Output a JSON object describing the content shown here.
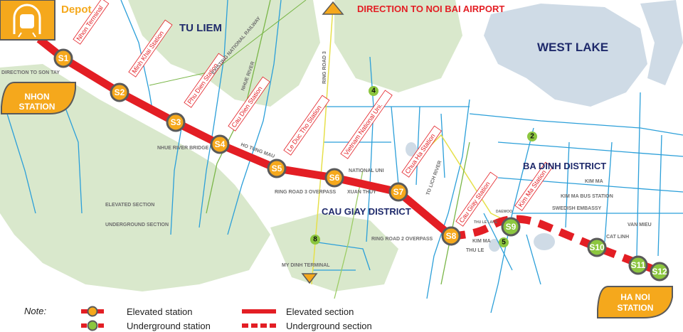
{
  "colors": {
    "elevated": "#f5a81c",
    "underground": "#8cc63f",
    "line": "#e31e24",
    "border": "#5a5a5a",
    "park": "#d9e8cc",
    "lake": "#cfdbe6",
    "road": "#2b9fd9",
    "district": "#1f2a6b"
  },
  "header": {
    "depot": "Depot",
    "direction": "DIRECTION TO NOI BAI AIRPORT",
    "depot_icon": "metro-train-icon"
  },
  "terminals": {
    "nhon": [
      "NHON",
      "STATION"
    ],
    "hanoi": [
      "HA NOI",
      "STATION"
    ]
  },
  "districts": [
    "TU LIEM",
    "WEST LAKE",
    "BA DINH DISTRICT",
    "CAU GIAY DISTRICT"
  ],
  "places": [
    "DIRECTION TO SON TAY",
    "EXISTING NATIONAL RAILWAY",
    "NHUE RIVER",
    "RING ROAD 3",
    "NHUE RIVER BRIDGE",
    "HO TUNG MAU",
    "NATIONAL UNI",
    "RING ROAD 3 OVERPASS",
    "XUAN THUY",
    "ELEVATED SECTION",
    "UNDERGROUND SECTION",
    "MY DINH TERMINAL",
    "RING ROAD 2 OVERPASS",
    "TO LICH RIVER",
    "THU LE LAKE",
    "DAEWOO",
    "KIM MA",
    "THU LE",
    "KIM MA",
    "KIM MA BUS STATION",
    "SWEDISH EMBASSY",
    "VAN MIEU",
    "CAT LINH"
  ],
  "stations": [
    {
      "id": "S1",
      "name": "Nhon Terminal",
      "type": "elevated"
    },
    {
      "id": "S2",
      "name": "Minh Khai Station",
      "type": "elevated"
    },
    {
      "id": "S3",
      "name": "Phu Dien Station",
      "type": "elevated"
    },
    {
      "id": "S4",
      "name": "Cau Dien Station",
      "type": "elevated"
    },
    {
      "id": "S5",
      "name": "Le Duc Tho Station",
      "type": "elevated"
    },
    {
      "id": "S6",
      "name": "Vietnam National Uni.",
      "type": "elevated"
    },
    {
      "id": "S7",
      "name": "Chua Ha Station",
      "type": "elevated"
    },
    {
      "id": "S8",
      "name": "Cau Giay Station",
      "type": "elevated"
    },
    {
      "id": "S9",
      "name": "Kim Ma Station",
      "type": "underground"
    },
    {
      "id": "S10",
      "name": "",
      "type": "underground"
    },
    {
      "id": "S11",
      "name": "",
      "type": "underground"
    },
    {
      "id": "S12",
      "name": "",
      "type": "underground"
    }
  ],
  "other_lines": [
    "4",
    "2",
    "8",
    "5"
  ],
  "legend": {
    "note": "Note:",
    "elevated_station": "Elevated station",
    "underground_station": "Underground station",
    "elevated_section": "Elevated section",
    "underground_section": "Underground section"
  }
}
